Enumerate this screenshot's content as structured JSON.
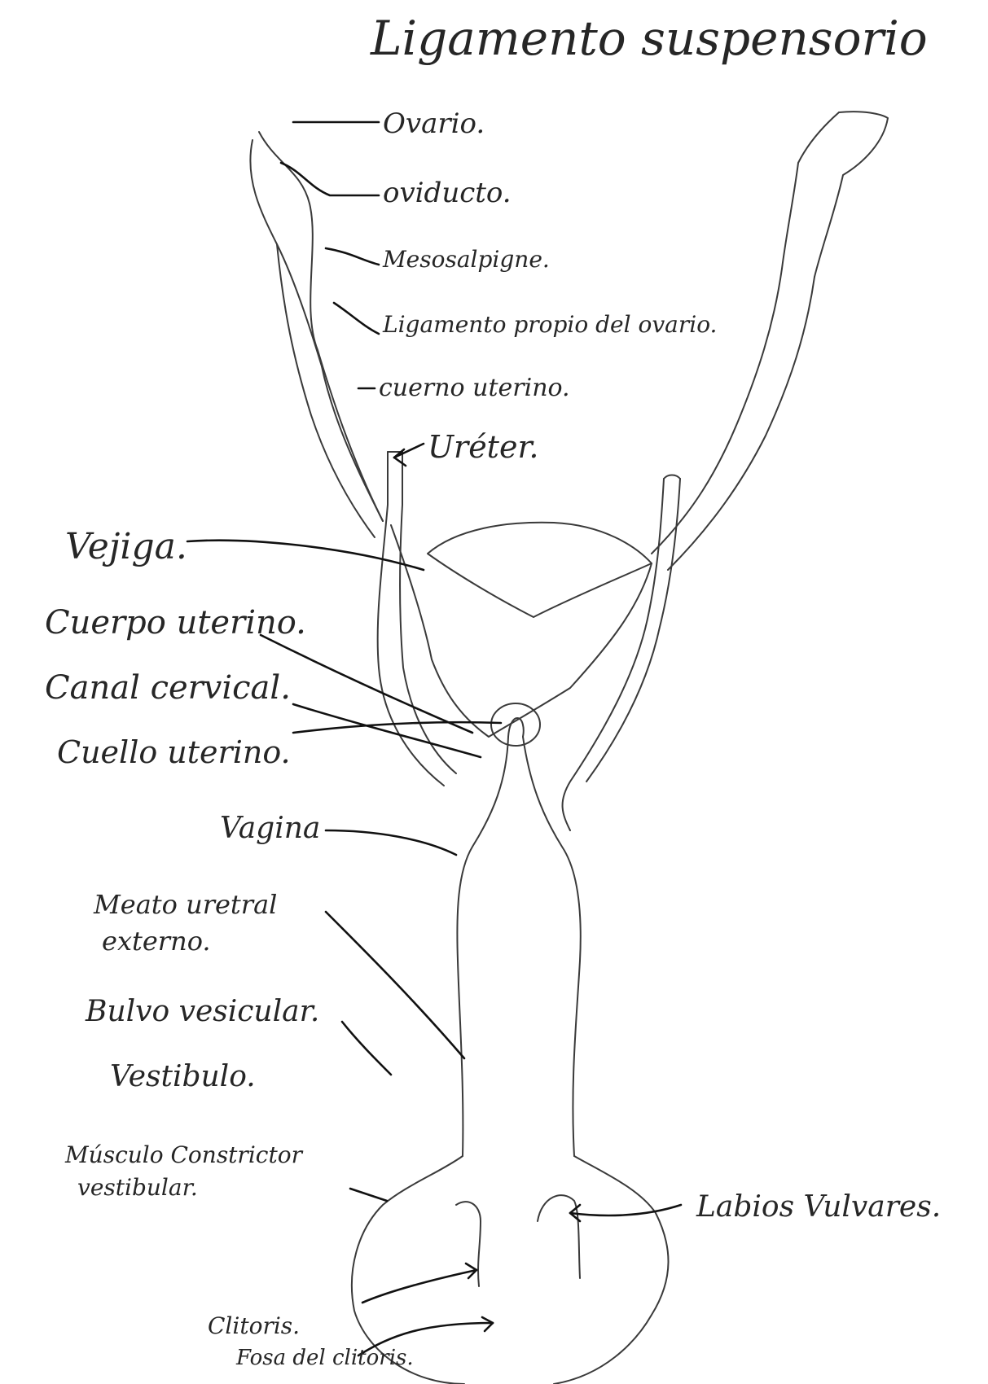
{
  "title": "Ligamento suspensorio",
  "labels": {
    "ovario": "Ovario.",
    "oviducto": "oviducto.",
    "mesosalpinge": "Mesosalpigne.",
    "ligamento_propio": "Ligamento propio del ovario.",
    "cuerno_uterino": "cuerno uterino.",
    "ureter": "Uréter.",
    "vejiga": "Vejiga.",
    "cuerpo_uterino": "Cuerpo uterino.",
    "canal_cervical": "Canal cervical.",
    "cuello_uterino": "Cuello uterino.",
    "vagina": "Vagina",
    "meato_line1": "Meato uretral",
    "meato_line2": "externo.",
    "bulbo_vesicular": "Bulvo vesicular.",
    "vestibulo": "Vestibulo.",
    "musculo_line1": "Músculo Constrictor",
    "musculo_line2": "vestibular.",
    "labios_vulvares": "Labios Vulvares.",
    "clitoris": "Clitoris.",
    "fosa_clitoris": "Fosa del clitoris."
  }
}
